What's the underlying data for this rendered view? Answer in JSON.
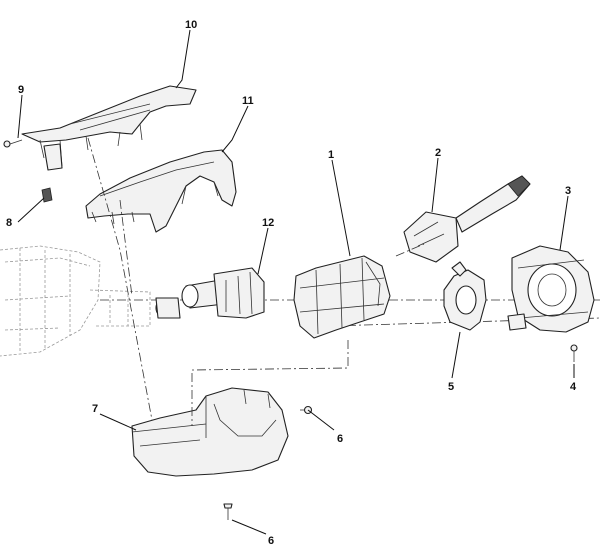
{
  "diagram": {
    "callouts": [
      {
        "id": "1",
        "text": "1"
      },
      {
        "id": "2",
        "text": "2"
      },
      {
        "id": "3",
        "text": "3"
      },
      {
        "id": "4",
        "text": "4"
      },
      {
        "id": "5",
        "text": "5"
      },
      {
        "id": "6a",
        "text": "6"
      },
      {
        "id": "6b",
        "text": "6"
      },
      {
        "id": "7",
        "text": "7"
      },
      {
        "id": "8",
        "text": "8"
      },
      {
        "id": "9",
        "text": "9"
      },
      {
        "id": "10",
        "text": "10"
      },
      {
        "id": "11",
        "text": "11"
      },
      {
        "id": "12",
        "text": "12"
      }
    ],
    "colors": {
      "line": "#222222",
      "fill": "#f2f2f2",
      "background": "#ffffff"
    }
  }
}
